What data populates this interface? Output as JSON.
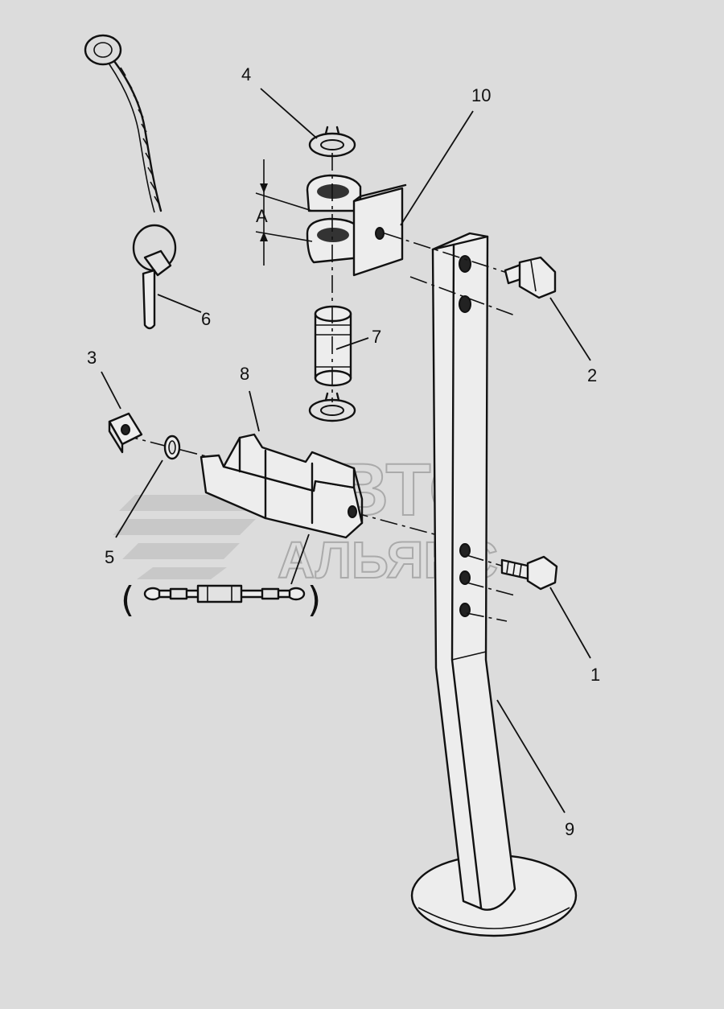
{
  "callouts": [
    {
      "id": "1",
      "text": "1"
    },
    {
      "id": "2",
      "text": "2"
    },
    {
      "id": "3",
      "text": "3"
    },
    {
      "id": "4",
      "text": "4"
    },
    {
      "id": "5",
      "text": "5"
    },
    {
      "id": "6",
      "text": "6"
    },
    {
      "id": "7",
      "text": "7"
    },
    {
      "id": "8",
      "text": "8"
    },
    {
      "id": "9",
      "text": "9"
    },
    {
      "id": "10",
      "text": "10"
    }
  ],
  "dimension_label": "A",
  "watermark": {
    "line1": "АВТО",
    "line2": "АЛЬЯНС",
    "color": "#aaaaaa"
  },
  "colors": {
    "background": "#dcdcdc",
    "ink": "#111111"
  }
}
